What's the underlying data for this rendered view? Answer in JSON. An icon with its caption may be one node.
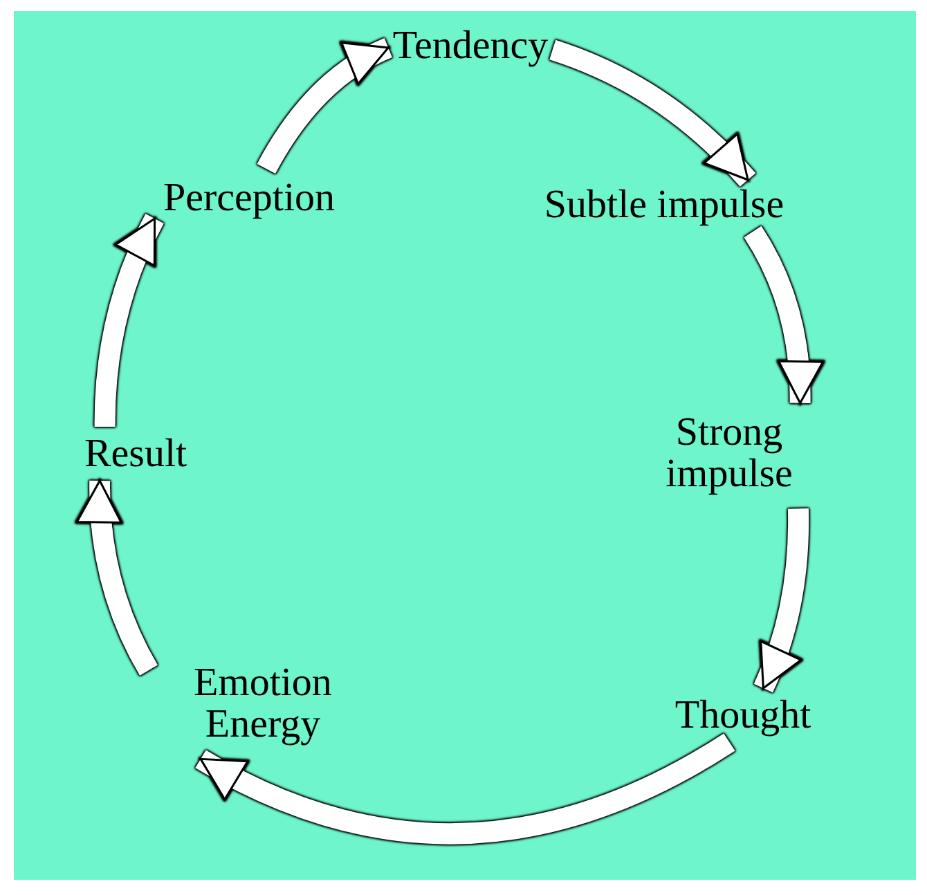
{
  "diagram": {
    "nodes": [
      {
        "text": [
          "Tendency"
        ]
      },
      {
        "text": [
          "Subtle impulse"
        ]
      },
      {
        "text": [
          "Strong impulse"
        ]
      },
      {
        "text": [
          "Thought"
        ]
      },
      {
        "text": [
          "Emotion Energy"
        ]
      },
      {
        "text": [
          "Result"
        ]
      },
      {
        "text": [
          "Perception"
        ]
      }
    ],
    "edges": [
      {
        "from": 0,
        "to": 1,
        "arrow": "to"
      },
      {
        "from": 1,
        "to": 2,
        "arrow": "to"
      },
      {
        "from": 2,
        "to": 3,
        "arrow": "to"
      },
      {
        "from": 3,
        "to": 4,
        "arrow": "to"
      },
      {
        "from": 4,
        "to": 5,
        "arrow": "to"
      },
      {
        "from": 5,
        "to": 6,
        "arrow": "to"
      },
      {
        "from": 6,
        "to": 0,
        "arrow": "to"
      }
    ]
  }
}
